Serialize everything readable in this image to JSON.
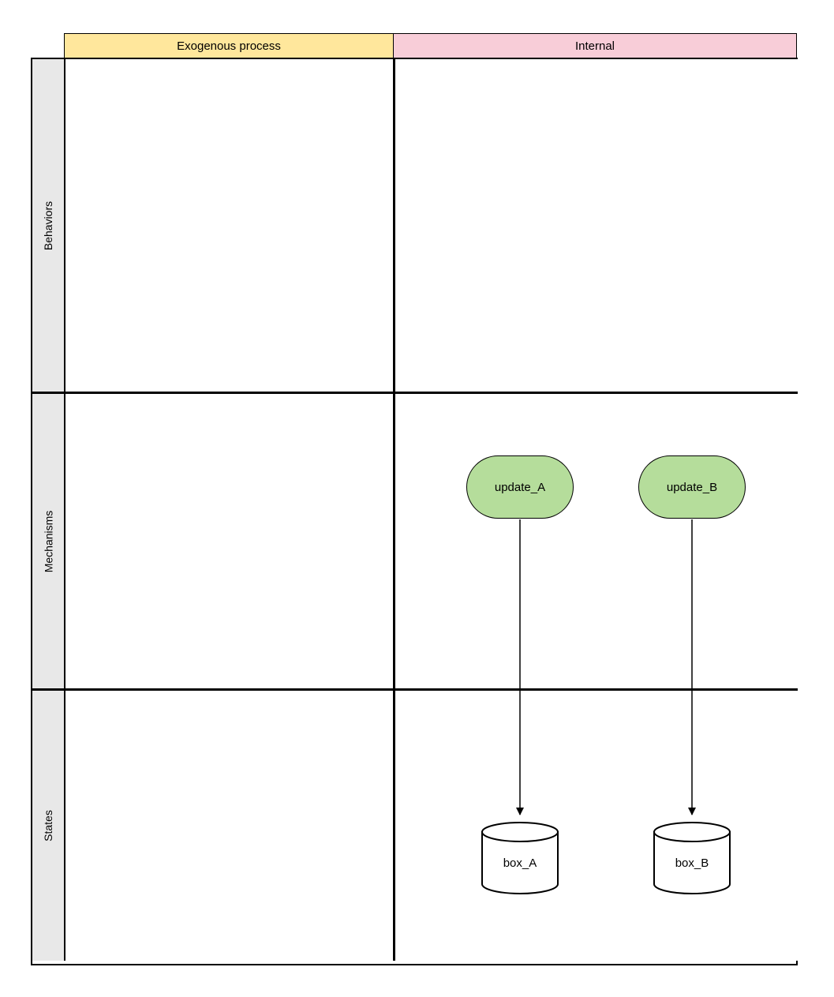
{
  "diagram": {
    "column_headers": [
      {
        "id": "exogenous",
        "label": "Exogenous process"
      },
      {
        "id": "internal",
        "label": "Internal"
      }
    ],
    "row_headers": [
      {
        "id": "behaviors",
        "label": "Behaviors"
      },
      {
        "id": "mechanisms",
        "label": "Mechanisms"
      },
      {
        "id": "states",
        "label": "States"
      }
    ],
    "nodes": [
      {
        "id": "update_A",
        "label": "update_A",
        "type": "rounded-process",
        "lane_row": "Mechanisms",
        "lane_col": "Internal"
      },
      {
        "id": "update_B",
        "label": "update_B",
        "type": "rounded-process",
        "lane_row": "Mechanisms",
        "lane_col": "Internal"
      },
      {
        "id": "box_A",
        "label": "box_A",
        "type": "cylinder",
        "lane_row": "States",
        "lane_col": "Internal"
      },
      {
        "id": "box_B",
        "label": "box_B",
        "type": "cylinder",
        "lane_row": "States",
        "lane_col": "Internal"
      }
    ],
    "edges": [
      {
        "from": "update_A",
        "to": "box_A",
        "style": "arrow-down"
      },
      {
        "from": "update_B",
        "to": "box_B",
        "style": "arrow-down"
      }
    ],
    "colors": {
      "exogenous_header": "#ffe79c",
      "internal_header": "#f8cdd8",
      "process_node_fill": "#b5dd9b",
      "row_header_bg": "#e8e8e8",
      "border": "#000000"
    }
  }
}
